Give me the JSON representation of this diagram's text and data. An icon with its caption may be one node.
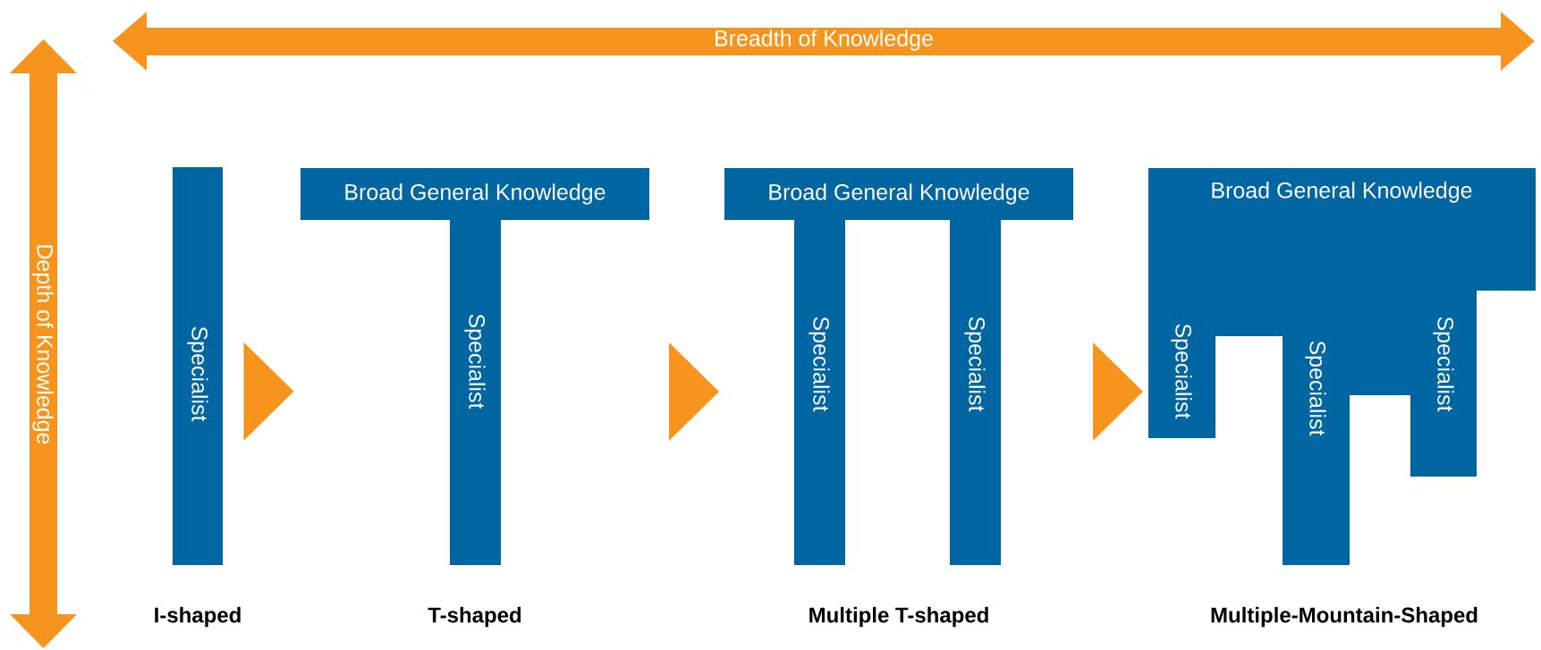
{
  "diagram": {
    "nodes": [
      {
        "text": [
          "Specialist"
        ],
        "beside": [
          "I-shaped"
        ]
      },
      {
        "text": [
          "Broad General Knowledge",
          "Specialist"
        ],
        "beside": [
          "T-shaped"
        ]
      },
      {
        "text": [
          "Broad General Knowledge",
          "Specialist",
          "Specialist"
        ],
        "beside": [
          "Multiple T-shaped"
        ]
      },
      {
        "text": [
          "Broad General Knowledge",
          "Specialist",
          "Specialist",
          "Specialist"
        ],
        "beside": [
          "Multiple-Mountain-Shaped"
        ]
      }
    ],
    "edges": [
      {
        "from": 0,
        "to": 1,
        "arrow": "to"
      },
      {
        "from": 1,
        "to": 2,
        "arrow": "to"
      },
      {
        "from": 2,
        "to": 3,
        "arrow": "to"
      }
    ],
    "labels": [
      "Breadth of Knowledge",
      "Depth of Knowledge"
    ]
  }
}
